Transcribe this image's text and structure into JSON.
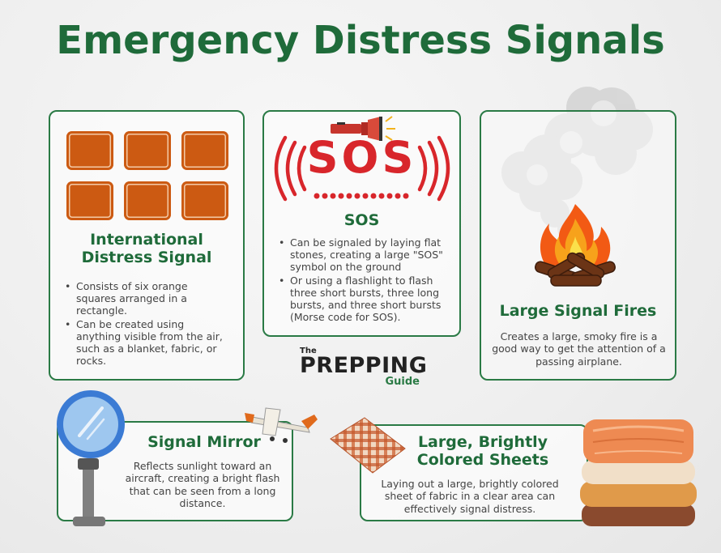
{
  "title": "Emergency Distress Signals",
  "cards": {
    "international": {
      "heading_line1": "International",
      "heading_line2": "Distress Signal",
      "bullets": [
        "Consists of six orange squares arranged in a rectangle.",
        "Can be created using anything visible from the air, such as a blanket, fabric, or rocks."
      ]
    },
    "sos": {
      "graphic_text": "SOS",
      "heading": "SOS",
      "bullets": [
        "Can be signaled by laying flat stones, creating a large \"SOS\" symbol on the ground",
        "Or using a flashlight to flash three short bursts, three long bursts, and three short bursts (Morse code for SOS)."
      ]
    },
    "fires": {
      "heading": "Large Signal Fires",
      "description": "Creates a large, smoky fire is a good way to get the attention of a passing airplane."
    },
    "mirror": {
      "heading": "Signal Mirror",
      "description": "Reflects sunlight toward an aircraft, creating a bright flash that can be seen from a long distance."
    },
    "sheets": {
      "heading_line1": "Large, Brightly",
      "heading_line2": "Colored Sheets",
      "description": "Laying out a large, brightly colored sheet of fabric in a clear area can effectively signal distress."
    }
  },
  "brand": {
    "the": "The",
    "name": "PREPPING",
    "guide": "Guide"
  },
  "icons": [
    "orange-squares-icon",
    "flashlight-icon",
    "sos-signal-icon",
    "campfire-icon",
    "smoke-icon",
    "signal-mirror-icon",
    "airplane-icon",
    "plaid-fabric-icon",
    "folded-blankets-icon"
  ],
  "colors": {
    "heading_green": "#1f6b3a",
    "border_green": "#2a7a45",
    "signal_orange": "#cc5a12",
    "sos_red": "#d8262b"
  }
}
